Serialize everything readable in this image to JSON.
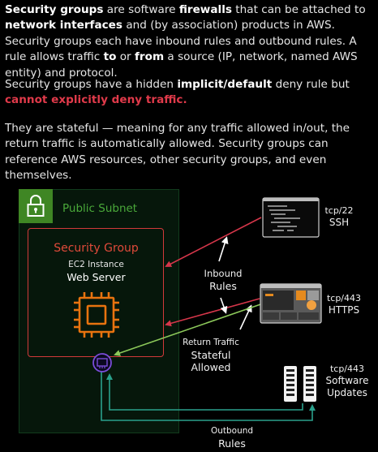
{
  "intro": {
    "p1": [
      {
        "t": "Security groups",
        "s": "bold"
      },
      {
        "t": " are software ",
        "s": ""
      },
      {
        "t": "firewalls",
        "s": "bold"
      },
      {
        "t": " that can be attached to ",
        "s": ""
      },
      {
        "t": "network interfaces",
        "s": "bold"
      },
      {
        "t": " and (by association) products in AWS. Security groups each have inbound rules and outbound rules. A rule allows traffic ",
        "s": ""
      },
      {
        "t": "to",
        "s": "bold"
      },
      {
        "t": " or ",
        "s": ""
      },
      {
        "t": "from",
        "s": "bold"
      },
      {
        "t": " a source (IP, network, named AWS entity) and protocol.",
        "s": ""
      }
    ],
    "p2": [
      {
        "t": "Security groups have a hidden ",
        "s": ""
      },
      {
        "t": "implicit/default",
        "s": "bold"
      },
      {
        "t": " deny rule but ",
        "s": ""
      },
      {
        "t": "cannot explicitly deny traffic.",
        "s": "red"
      }
    ],
    "p3": [
      {
        "t": "They are stateful — meaning for any traffic allowed in/out, the return traffic is automatically allowed. Security groups can reference AWS resources, other security groups, and even themselves.",
        "s": ""
      }
    ]
  },
  "diagram": {
    "subnet_label": "Public Subnet",
    "security_group_label": "Security Group",
    "instance_type_label": "EC2 Instance",
    "instance_name": "Web Server",
    "inbound_label_1": "Inbound",
    "inbound_label_2": "Rules",
    "return_label_1": "Return Traffic",
    "return_label_2": "Stateful",
    "return_label_3": "Allowed",
    "outbound_label_1": "Outbound",
    "outbound_label_2": "Rules",
    "ssh": {
      "port": "tcp/22",
      "name": "SSH"
    },
    "https": {
      "port": "tcp/443",
      "name": "HTTPS"
    },
    "updates": {
      "port": "tcp/443",
      "name_1": "Software",
      "name_2": "Updates"
    },
    "colors": {
      "inbound_arrow": "#d5364a",
      "return_arrow": "#8cc85a",
      "outbound_arrow": "#2aa08c",
      "subnet_green": "#3f8624",
      "sg_red": "#d23a3a",
      "chip_orange": "#e8730f",
      "eni_purple": "#7a4cd8"
    },
    "icons": [
      "lock-icon",
      "ec2-chip-icon",
      "network-interface-icon",
      "terminal-icon",
      "dashboard-icon",
      "server-rack-icon"
    ]
  }
}
